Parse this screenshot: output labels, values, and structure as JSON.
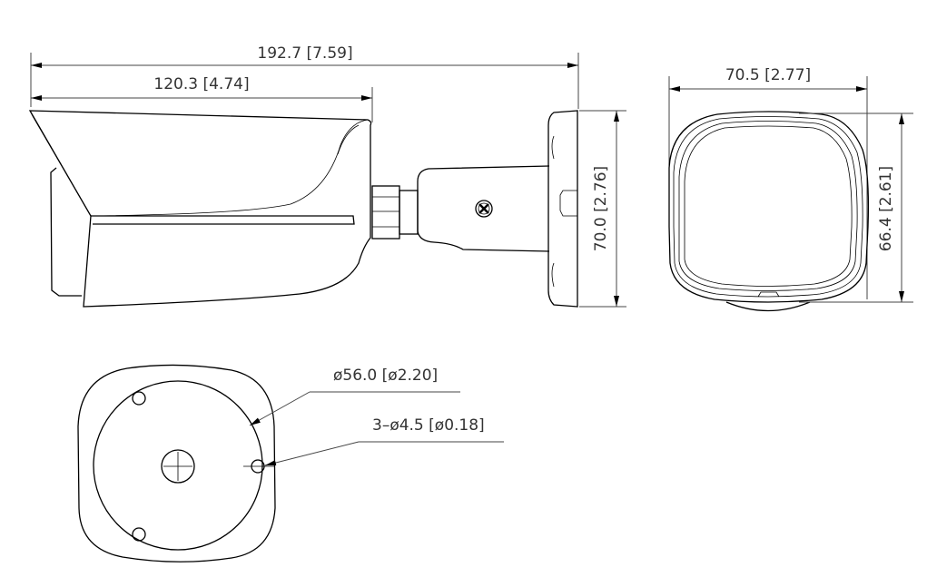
{
  "dimensions": {
    "overall_length": "192.7 [7.59]",
    "body_length": "120.3 [4.74]",
    "mount_height": "70.0 [2.76]",
    "front_width": "70.5 [2.77]",
    "front_height": "66.4 [2.61]",
    "mount_diameter": "ø56.0 [ø2.20]",
    "hole_spec": "3–ø4.5 [ø0.18]"
  }
}
